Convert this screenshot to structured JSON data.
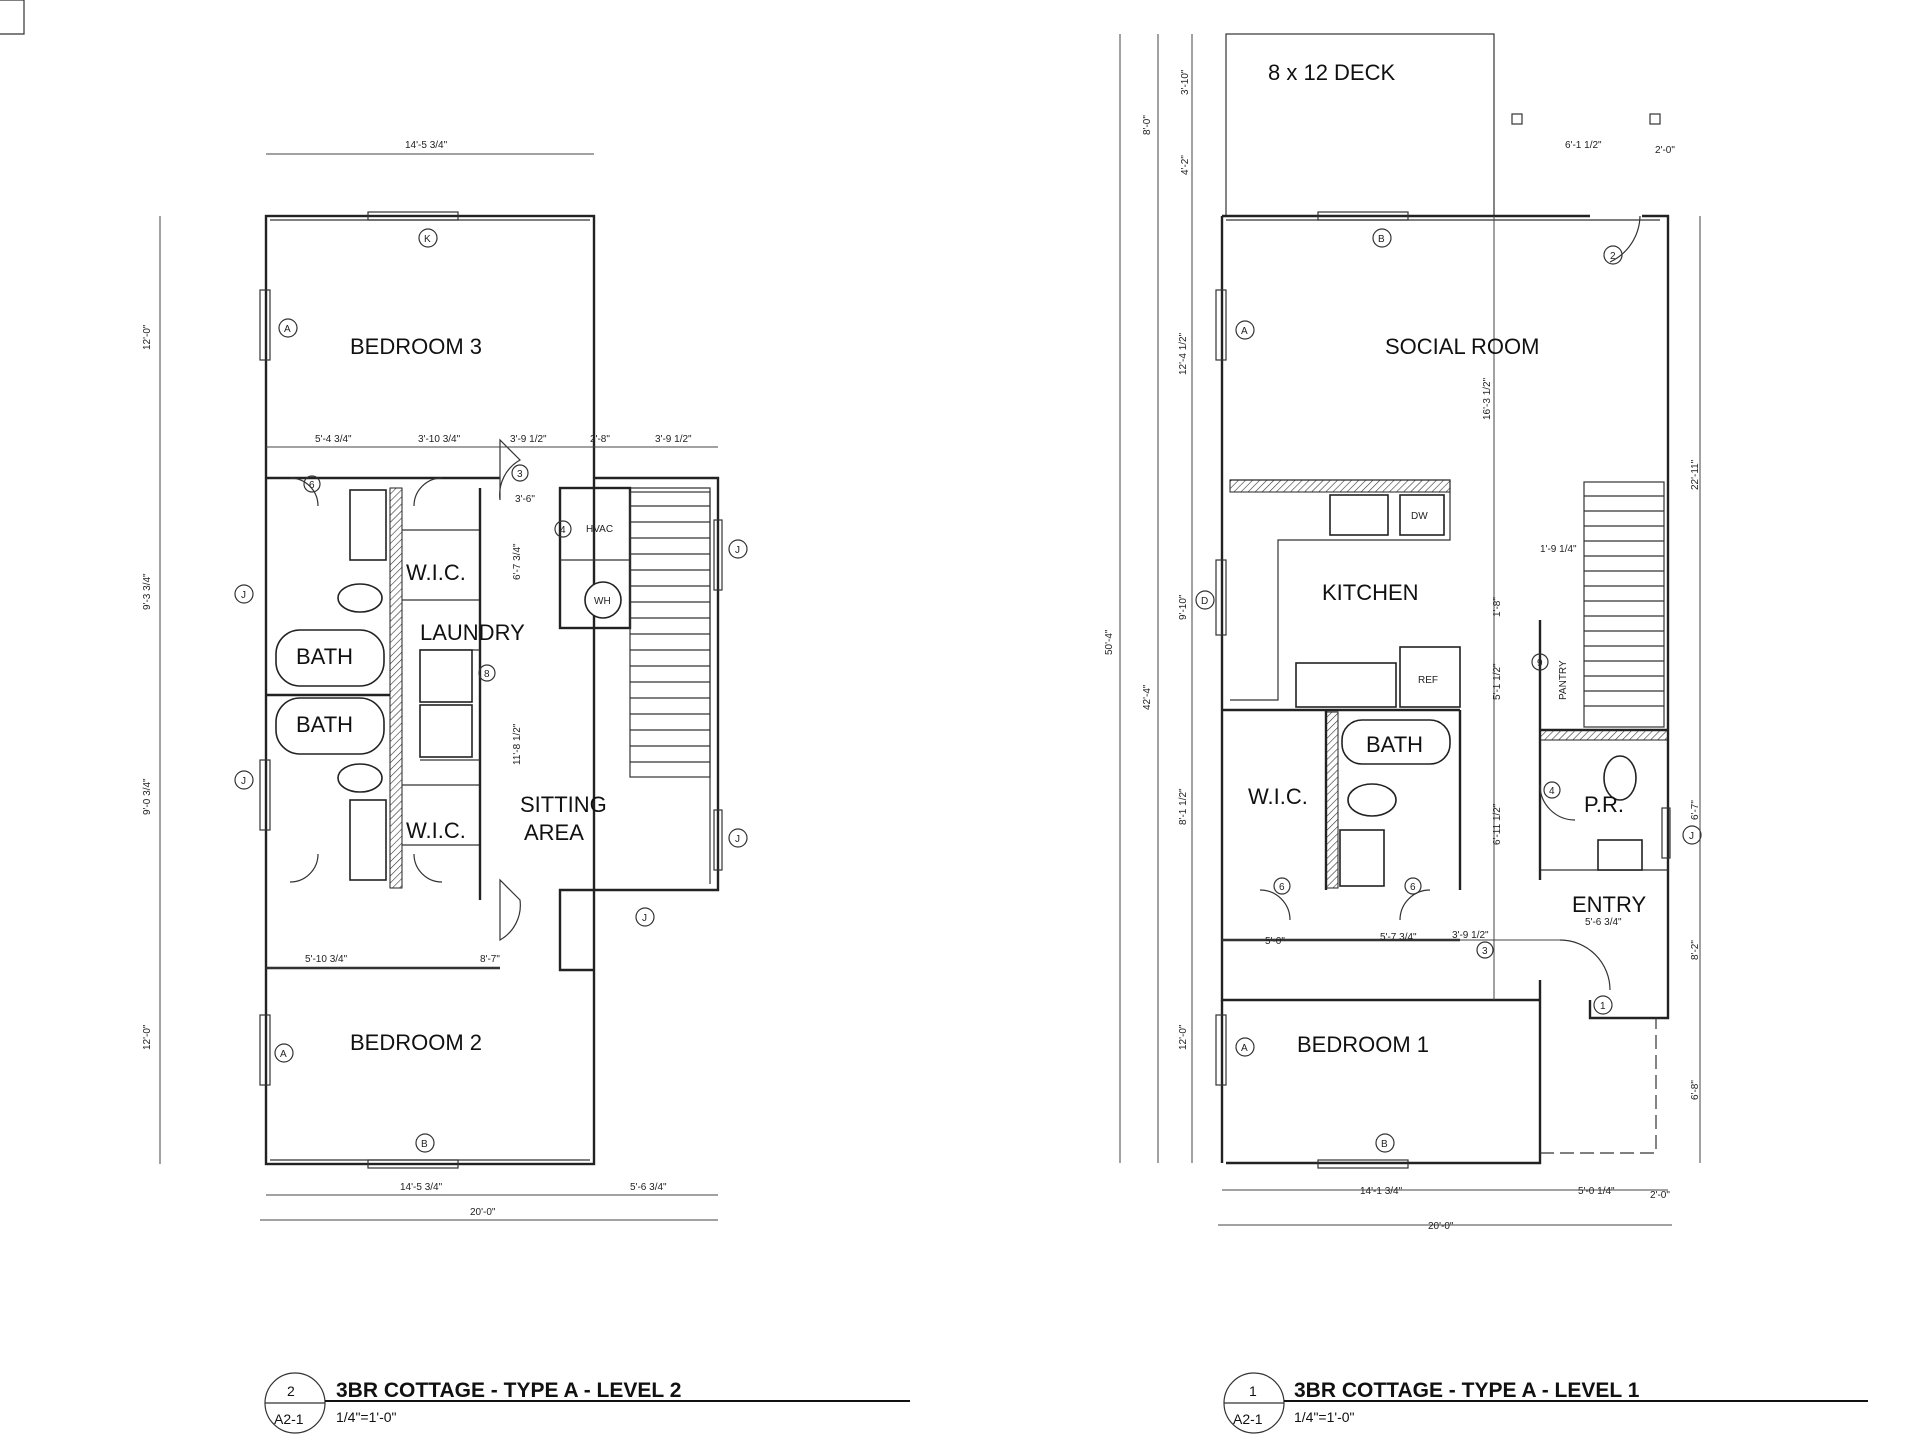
{
  "level2": {
    "title": "3BR COTTAGE - TYPE A - LEVEL 2",
    "num": "2",
    "sheet": "A2-1",
    "scale": "1/4\"=1'-0\"",
    "rooms": {
      "bedroom3": "BEDROOM 3",
      "bedroom2": "BEDROOM 2",
      "wic_top": "W.I.C.",
      "wic_bottom": "W.I.C.",
      "bath_top": "BATH",
      "bath_bottom": "BATH",
      "laundry": "LAUNDRY",
      "sitting1": "SITTING",
      "sitting2": "AREA",
      "hvac": "HVAC",
      "wh": "WH"
    },
    "dims": {
      "top": "14'-5 3/4\"",
      "bottom": "14'-5 3/4\"",
      "bottom_right": "5'-6 3/4\"",
      "overall": "20'-0\"",
      "left1": "12'-0\"",
      "left2": "9'-3 3/4\"",
      "left3": "9'-0 3/4\"",
      "left4": "12'-0\"",
      "row1": "5'-4 3/4\"",
      "row2": "3'-10 3/4\"",
      "row3": "3'-9 1/2\"",
      "row4": "2'-8\"",
      "row5": "3'-9 1/2\"",
      "row6": "3'-6\"",
      "mid1": "5'-10 3/4\"",
      "mid2": "8'-7\"",
      "v1": "6'-7 3/4\"",
      "v2": "11'-8 1/2\""
    },
    "tags": {
      "k": "K",
      "a1": "A",
      "a2": "A",
      "j1": "J",
      "j2": "J",
      "j3": "J",
      "j4": "J",
      "j5": "J",
      "b": "B",
      "d6": "6",
      "d3": "3",
      "d4": "4",
      "d8": "8"
    }
  },
  "level1": {
    "title": "3BR COTTAGE - TYPE A - LEVEL 1",
    "num": "1",
    "sheet": "A2-1",
    "scale": "1/4\"=1'-0\"",
    "rooms": {
      "deck": "8 x 12 DECK",
      "social": "SOCIAL ROOM",
      "kitchen": "KITCHEN",
      "bath": "BATH",
      "wic": "W.I.C.",
      "pr": "P.R.",
      "entry": "ENTRY",
      "bedroom1": "BEDROOM 1",
      "pantry": "PANTRY",
      "ref": "REF",
      "dw": "DW"
    },
    "dims": {
      "overall_h": "50'-4\"",
      "inner_h": "42'-4\"",
      "deck1": "3'-10\"",
      "deck2": "8'-0\"",
      "deck3": "4'-2\"",
      "porch": "6'-1 1/2\"",
      "porch2": "2'-0\"",
      "social_h": "12'-4 1/2\"",
      "social_h2": "16'-3 1/2\"",
      "kitchen_h": "9'-10\"",
      "right_h": "22'-11\"",
      "wic_h": "8'-1 1/2\"",
      "r1": "1'-8\"",
      "r2": "1'-9 1/4\"",
      "r3": "5'-1 1/2\"",
      "r4": "6'-11 1/2\"",
      "r5": "6'-7\"",
      "r6": "8'-2\"",
      "r7": "6'-8\"",
      "bed_h": "12'-0\"",
      "b1": "5'-0\"",
      "b2": "5'-7 3/4\"",
      "b3": "3'-9 1/2\"",
      "b4": "5'-6 3/4\"",
      "bot1": "14'-1 3/4\"",
      "bot2": "5'-0 1/4\"",
      "bot3": "2'-0\"",
      "overall": "20'-0\""
    },
    "tags": {
      "b1": "B",
      "b2": "B",
      "a1": "A",
      "a2": "A",
      "d": "D",
      "j": "J",
      "d1": "1",
      "d2": "2",
      "d3": "3",
      "d4": "4",
      "d6a": "6",
      "d6b": "6",
      "d9": "9"
    }
  }
}
